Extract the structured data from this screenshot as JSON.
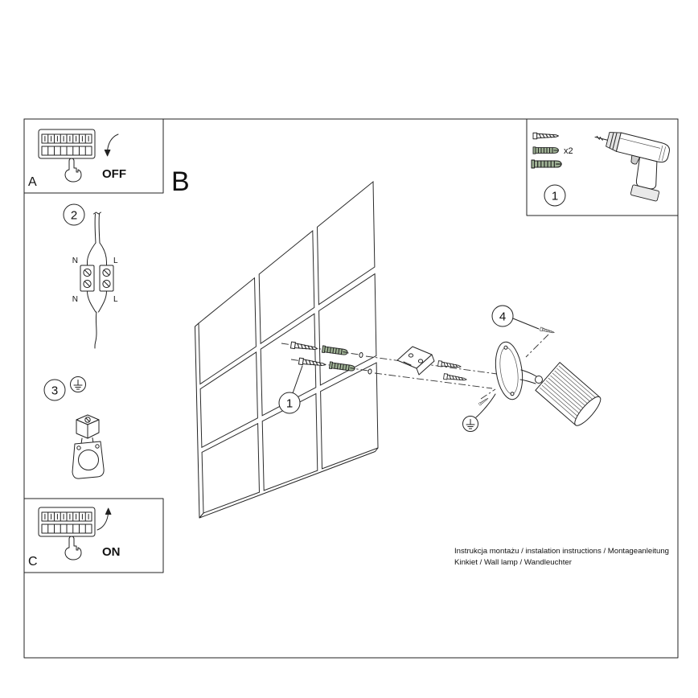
{
  "panels": {
    "a": {
      "label": "A",
      "state": "OFF"
    },
    "b": {
      "label": "B"
    },
    "c": {
      "label": "C",
      "state": "ON"
    }
  },
  "steps": {
    "one": "1",
    "two": "2",
    "three": "3",
    "four": "4"
  },
  "parts": {
    "qty": "x2"
  },
  "wiring": {
    "n_top": "N",
    "l_top": "L",
    "n_bottom": "N",
    "l_bottom": "L"
  },
  "footer": {
    "line1": "Instrukcja montażu / instalation instructions / Montageanleitung",
    "line2": "Kinkiet / Wall lamp / Wandleuchter"
  },
  "colors": {
    "line": "#222222",
    "anchor": "#9fb295"
  }
}
